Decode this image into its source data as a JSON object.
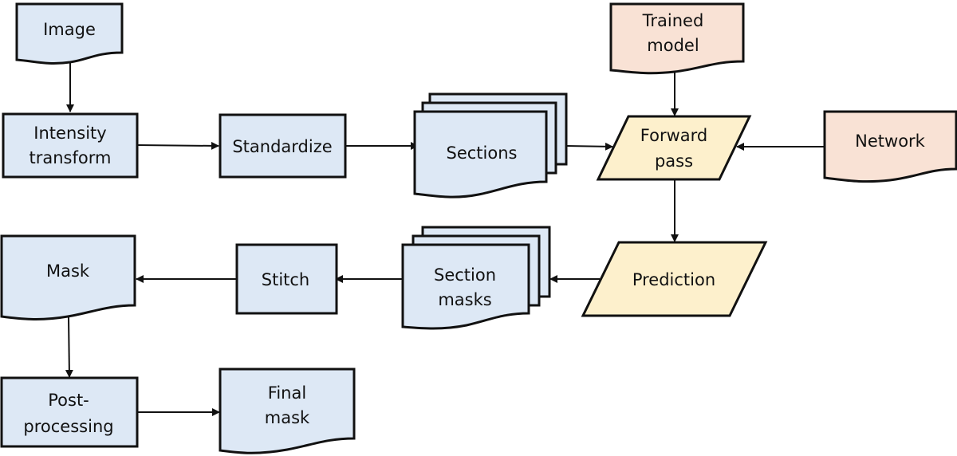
{
  "colors": {
    "process": "#dde8f5",
    "data_io": "#fdf0cc",
    "external": "#f9e2d5",
    "stroke": "#111111"
  },
  "nodes": {
    "image": {
      "lines": [
        "Image"
      ],
      "kind": "document"
    },
    "intensity_transform": {
      "lines": [
        "Intensity",
        "transform"
      ],
      "kind": "process"
    },
    "standardize": {
      "lines": [
        "Standardize"
      ],
      "kind": "process"
    },
    "sections": {
      "lines": [
        "Sections"
      ],
      "kind": "multi-document"
    },
    "trained_model": {
      "lines": [
        "Trained",
        "model"
      ],
      "kind": "document"
    },
    "forward_pass": {
      "lines": [
        "Forward",
        "pass"
      ],
      "kind": "data"
    },
    "network": {
      "lines": [
        "Network"
      ],
      "kind": "document"
    },
    "prediction": {
      "lines": [
        "Prediction"
      ],
      "kind": "data"
    },
    "section_masks": {
      "lines": [
        "Section",
        "masks"
      ],
      "kind": "multi-document"
    },
    "stitch": {
      "lines": [
        "Stitch"
      ],
      "kind": "process"
    },
    "mask": {
      "lines": [
        "Mask"
      ],
      "kind": "document"
    },
    "post_processing": {
      "lines": [
        "Post-",
        "processing"
      ],
      "kind": "process"
    },
    "final_mask": {
      "lines": [
        "Final",
        "mask"
      ],
      "kind": "document"
    }
  },
  "edges": [
    {
      "from": "image",
      "to": "intensity_transform"
    },
    {
      "from": "intensity_transform",
      "to": "standardize"
    },
    {
      "from": "standardize",
      "to": "sections"
    },
    {
      "from": "sections",
      "to": "forward_pass"
    },
    {
      "from": "trained_model",
      "to": "forward_pass"
    },
    {
      "from": "network",
      "to": "forward_pass"
    },
    {
      "from": "forward_pass",
      "to": "prediction"
    },
    {
      "from": "prediction",
      "to": "section_masks"
    },
    {
      "from": "section_masks",
      "to": "stitch"
    },
    {
      "from": "stitch",
      "to": "mask"
    },
    {
      "from": "mask",
      "to": "post_processing"
    },
    {
      "from": "post_processing",
      "to": "final_mask"
    }
  ]
}
